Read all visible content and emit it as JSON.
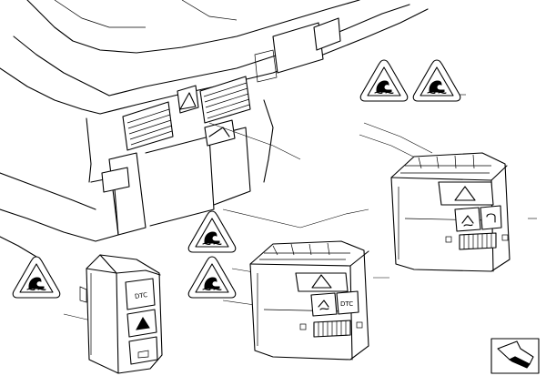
{
  "parts": {
    "single_switch": {
      "button_label": "DTC"
    },
    "center_switch_block": {
      "button_label": "DTC"
    }
  },
  "symbols": {
    "warning_triangle_icon": "dsc-warning-triangle",
    "hazard_icon": "hazard-warning-triangle",
    "return_arrow_icon": "bent-arrow"
  }
}
